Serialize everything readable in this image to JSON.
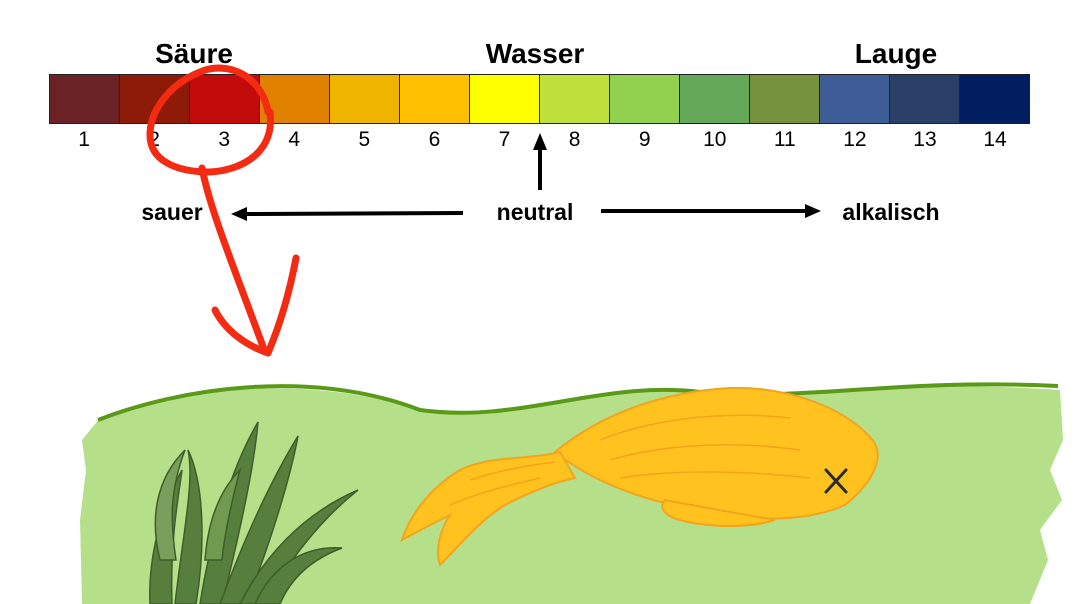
{
  "headers": {
    "acid": "Säure",
    "water": "Wasser",
    "base": "Lauge"
  },
  "scale": {
    "numbers": [
      "1",
      "2",
      "3",
      "4",
      "5",
      "6",
      "7",
      "8",
      "9",
      "10",
      "11",
      "12",
      "13",
      "14"
    ],
    "colors": [
      "#6b2226",
      "#8e1b08",
      "#c20b0b",
      "#e08200",
      "#eeb400",
      "#fdbf00",
      "#ffff00",
      "#c0e03c",
      "#92d050",
      "#66a85a",
      "#76923c",
      "#3e5c96",
      "#2a4068",
      "#001e60"
    ]
  },
  "labels": {
    "acidic": "sauer",
    "neutral": "neutral",
    "alkaline": "alkalisch"
  },
  "colors": {
    "highlight": "#f22b12",
    "water": "#b6df8a",
    "waterline": "#5a9a18",
    "fish": "#ffc21e",
    "fish_stroke": "#f3a41d",
    "weed": "#4f7a3a"
  },
  "illustration": {
    "fish": "dead-goldfish",
    "plant": "seaweed",
    "water": "pond-water"
  }
}
